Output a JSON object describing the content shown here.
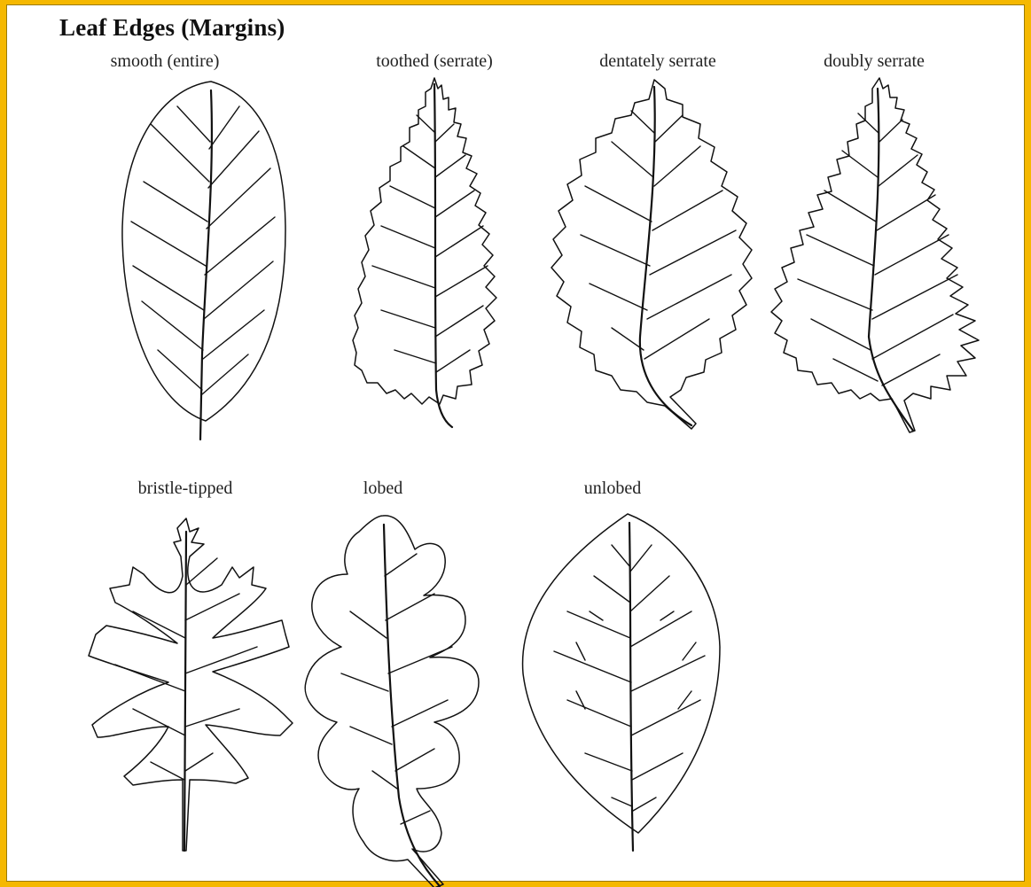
{
  "title": "Leaf Edges (Margins)",
  "leaves": [
    {
      "label": "smooth (entire)",
      "icon": "smooth-leaf-icon"
    },
    {
      "label": "toothed (serrate)",
      "icon": "serrate-leaf-icon"
    },
    {
      "label": "dentately serrate",
      "icon": "dentate-leaf-icon"
    },
    {
      "label": "doubly serrate",
      "icon": "doubly-serrate-leaf-icon"
    },
    {
      "label": "bristle-tipped",
      "icon": "bristle-tipped-leaf-icon"
    },
    {
      "label": "lobed",
      "icon": "lobed-leaf-icon"
    },
    {
      "label": "unlobed",
      "icon": "unlobed-leaf-icon"
    }
  ],
  "colors": {
    "frame": "#f5b800",
    "ink": "#111111",
    "paper": "#ffffff"
  }
}
